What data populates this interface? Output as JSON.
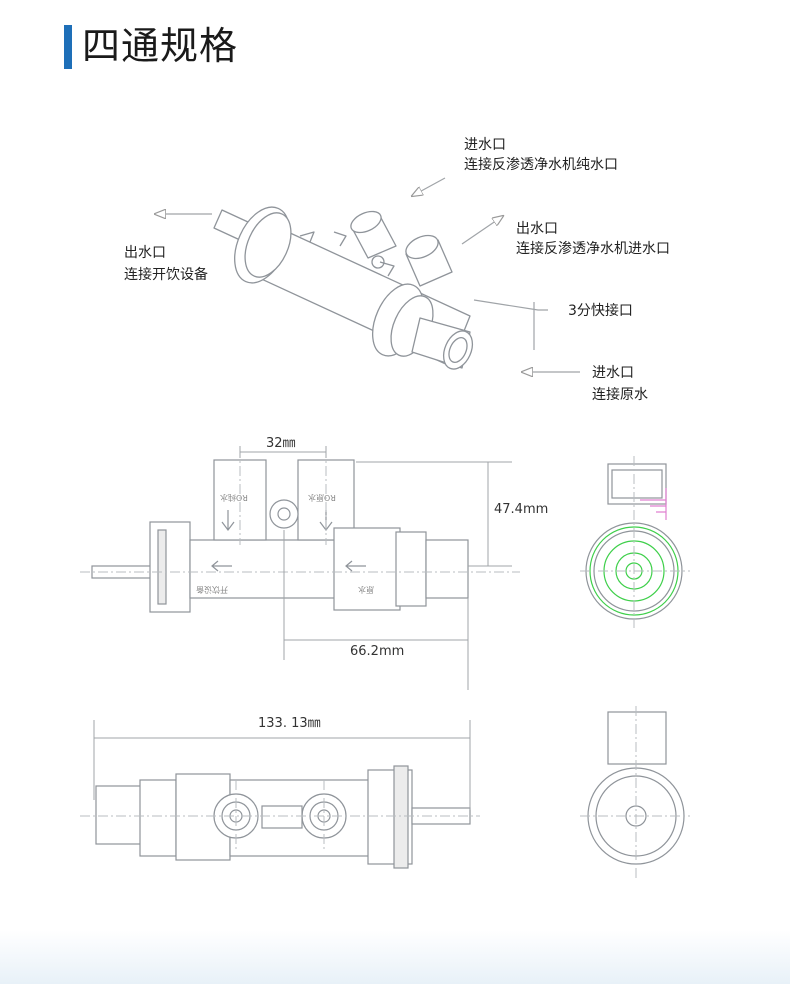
{
  "title": "四通规格",
  "callouts": {
    "inlet_ro_pure": {
      "line1": "进水口",
      "line2": "连接反渗透净水机纯水口"
    },
    "outlet_dispenser": {
      "line1": "出水口",
      "line2": "连接开饮设备"
    },
    "outlet_ro_inlet": {
      "line1": "出水口",
      "line2": "连接反渗透净水机进水口"
    },
    "quick_connector": "3分快接口",
    "inlet_raw": {
      "line1": "进水口",
      "line2": "连接原水"
    }
  },
  "dimensions": {
    "port_spacing": "32㎜",
    "height": "47.4mm",
    "connector_offset": "66.2mm",
    "total_length": "133. 13㎜"
  },
  "embossed_text": {
    "ro_pure": "RO纯水",
    "ro_raw": "RO原水",
    "dispenser": "开饮设备",
    "raw": "原水"
  },
  "colors": {
    "title_accent": "#1e6fb8",
    "line": "#9a9ea4",
    "cad_green": "#3ecf4a",
    "cad_pink": "#e080d0"
  }
}
